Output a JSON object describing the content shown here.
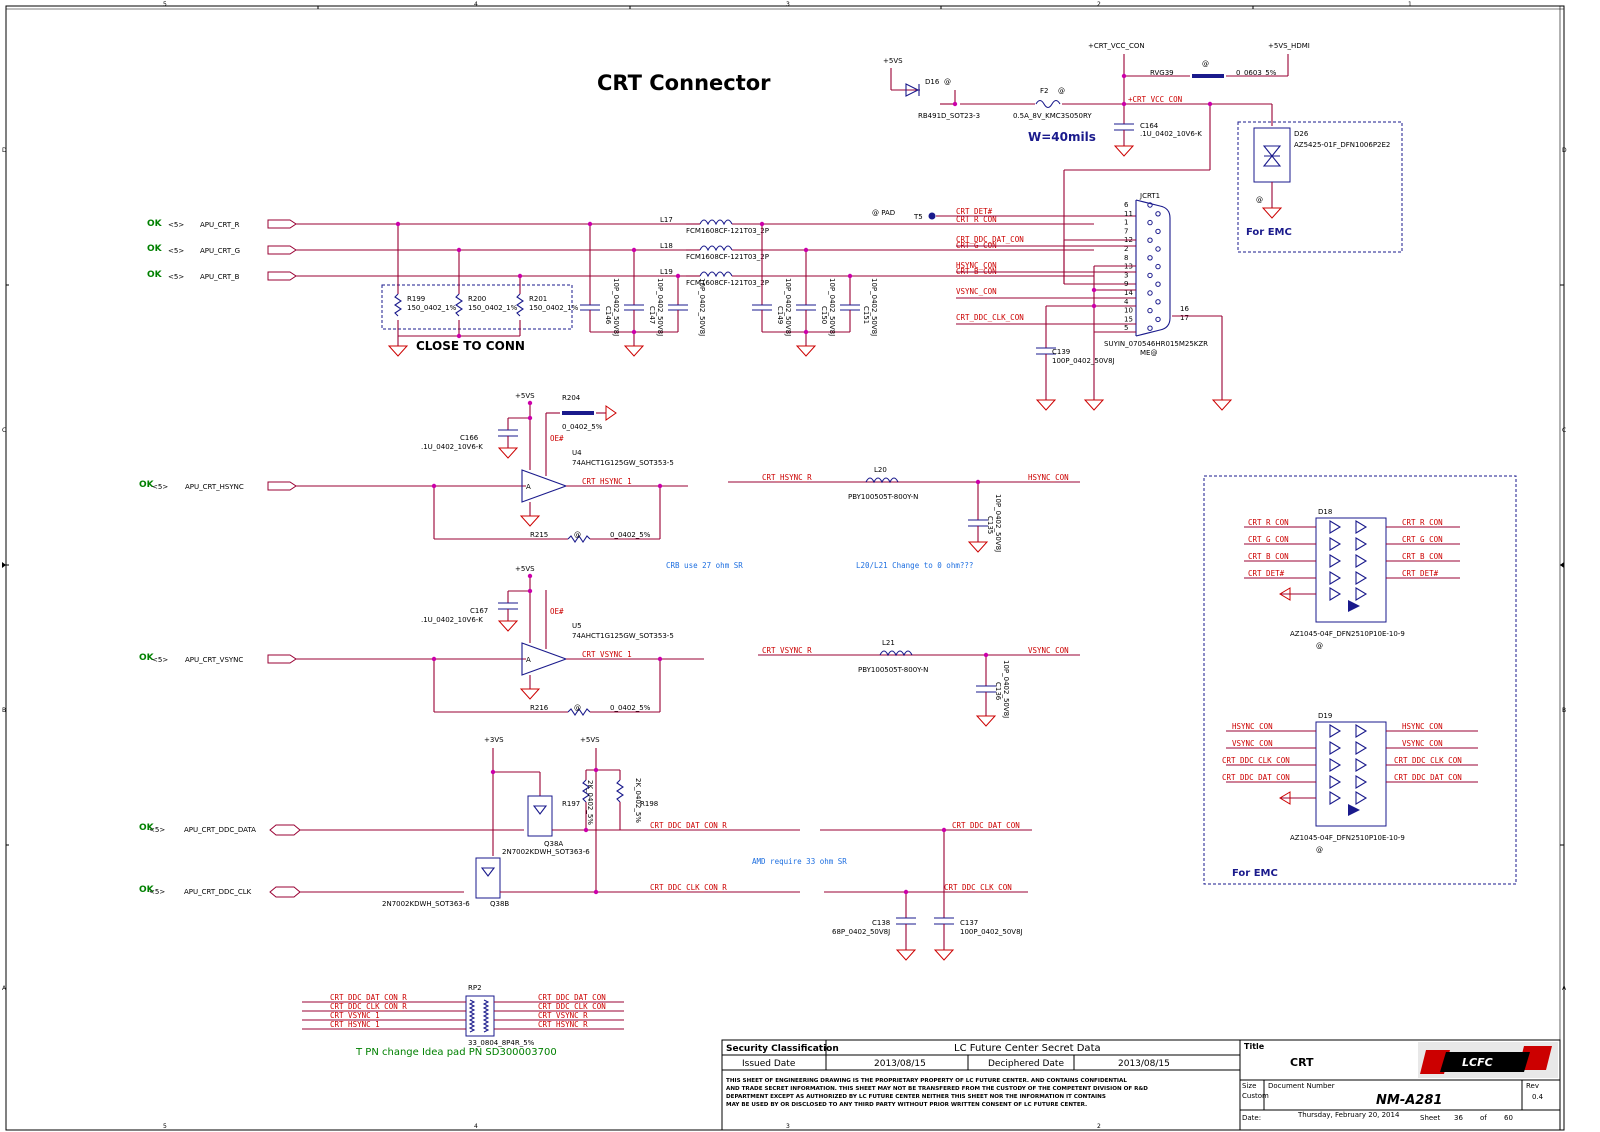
{
  "title": "CRT Connector",
  "emc_labels": [
    "For EMC",
    "For EMC"
  ],
  "close_to_conn": "CLOSE TO CONN",
  "width_note": "W=40mils",
  "notes": {
    "crb": "CRB use 27 ohm SR",
    "l20": "L20/L21 Change to 0 ohm???",
    "amd": "AMD require 33 ohm SR",
    "pn": "T PN change Idea pad PN SD300003700"
  },
  "power": {
    "p5vs": "+5VS",
    "p3vs": "+3VS",
    "crt_vcc": "+CRT_VCC_CON",
    "p5vs_hdmi": "+5VS_HDMI"
  },
  "inputs": [
    {
      "ok": "OK",
      "sheet": "<5>",
      "net": "APU_CRT_R"
    },
    {
      "ok": "OK",
      "sheet": "<5>",
      "net": "APU_CRT_G"
    },
    {
      "ok": "OK",
      "sheet": "<5>",
      "net": "APU_CRT_B"
    },
    {
      "ok": "OK",
      "sheet": "<5>",
      "net": "APU_CRT_HSYNC"
    },
    {
      "ok": "OK",
      "sheet": "<5>",
      "net": "APU_CRT_VSYNC"
    },
    {
      "ok": "OK",
      "sheet": "<5>",
      "net": "APU_CRT_DDC_DATA"
    },
    {
      "ok": "OK",
      "sheet": "<5>",
      "net": "APU_CRT_DDC_CLK"
    }
  ],
  "components": {
    "d16": {
      "ref": "D16",
      "at": "@",
      "value": "RB491D_SOT23-3"
    },
    "f2": {
      "ref": "F2",
      "at": "@",
      "value": "0.5A_8V_KMC3S050RY"
    },
    "c164": {
      "ref": "C164",
      "value": ".1U_0402_10V6-K"
    },
    "rvg39": {
      "ref": "RVG39",
      "value": "0_0603_5%"
    },
    "d26": {
      "ref": "D26",
      "value": "AZ5425-01F_DFN1006P2E2"
    },
    "ts": {
      "ref": "T5",
      "pad": "@ PAD"
    },
    "jcrt1": {
      "ref": "JCRT1",
      "value": "SUYIN_070546HR015M25KZR",
      "me": "ME@"
    },
    "c139": {
      "ref": "C139",
      "value": "100P_0402_50V8J"
    },
    "l17": {
      "ref": "L17",
      "value": "FCM1608CF-121T03_2P"
    },
    "l18": {
      "ref": "L18",
      "value": "FCM1608CF-121T03_2P"
    },
    "l19": {
      "ref": "L19",
      "value": "FCM1608CF-121T03_2P"
    },
    "r199": {
      "ref": "R199",
      "value": "150_0402_1%"
    },
    "r200": {
      "ref": "R200",
      "value": "150_0402_1%"
    },
    "r201": {
      "ref": "R201",
      "value": "150_0402_1%"
    },
    "cap10p": "10P_0402_50V8J",
    "c146": "C146",
    "c147": "C147",
    "c148": "C148",
    "c149": "C149",
    "c150": "C150",
    "c151": "C151",
    "r204": {
      "ref": "R204",
      "value": "0_0402_5%"
    },
    "c166": {
      "ref": "C166",
      "value": ".1U_0402_10V6-K"
    },
    "c167": {
      "ref": "C167",
      "value": ".1U_0402_10V6-K"
    },
    "u4": {
      "ref": "U4",
      "value": "74AHCT1G125GW_SOT353-5"
    },
    "u5": {
      "ref": "U5",
      "value": "74AHCT1G125GW_SOT353-5"
    },
    "oe": "OE#",
    "r215": {
      "ref": "R215",
      "value": "0_0402_5%"
    },
    "r216": {
      "ref": "R216",
      "value": "0_0402_5%"
    },
    "l20": {
      "ref": "L20",
      "value": "PBY100505T-800Y-N"
    },
    "l21": {
      "ref": "L21",
      "value": "PBY100505T-800Y-N"
    },
    "c135": "C135",
    "c136": "C136",
    "q38a": {
      "ref": "Q38A"
    },
    "q38b": {
      "ref": "Q38B"
    },
    "q_value": "2N7002KDWH_SOT363-6",
    "r197": {
      "ref": "R197",
      "value": "2K_0402_5%"
    },
    "r198": {
      "ref": "R198",
      "value": "2K_0402_5%"
    },
    "c138": {
      "ref": "C138",
      "value": "68P_0402_50V8J"
    },
    "c137": {
      "ref": "C137",
      "value": "100P_0402_50V8J"
    },
    "d18": {
      "ref": "D18",
      "value": "AZ1045-04F_DFN2510P10E-10-9"
    },
    "d19": {
      "ref": "D19",
      "value": "AZ1045-04F_DFN2510P10E-10-9"
    },
    "rp2": {
      "ref": "RP2",
      "value": "33_0804_8P4R_5%"
    },
    "at": "@"
  },
  "nets": {
    "crt_det": "CRT_DET#",
    "crt_r_con": "CRT_R_CON",
    "crt_g_con": "CRT_G_CON",
    "crt_b_con": "CRT_B_CON",
    "ddc_dat_con": "CRT_DDC_DAT_CON",
    "ddc_clk_con": "CRT_DDC_CLK_CON",
    "hsync_con": "HSYNC_CON",
    "vsync_con": "VSYNC_CON",
    "crt_hsync_1": "CRT_HSYNC_1",
    "crt_vsync_1": "CRT_VSYNC_1",
    "crt_hsync_r": "CRT_HSYNC_R",
    "crt_vsync_r": "CRT_VSYNC_R",
    "ddc_dat_con_r": "CRT_DDC_DAT_CON_R",
    "ddc_clk_con_r": "CRT_DDC_CLK_CON_R"
  },
  "connector_pins": [
    "6",
    "11",
    "1",
    "7",
    "12",
    "2",
    "8",
    "13",
    "3",
    "9",
    "14",
    "4",
    "10",
    "15",
    "5"
  ],
  "connector_g_pins": [
    "16",
    "17"
  ],
  "border": {
    "cols": [
      "5",
      "4",
      "3",
      "2",
      "1"
    ],
    "rows": [
      "D",
      "C",
      "B",
      "A"
    ]
  },
  "title_block": {
    "security_label": "Security Classification",
    "security_value": "LC Future Center Secret Data",
    "issued_label": "Issued Date",
    "issued_date": "2013/08/15",
    "deciphered_label": "Deciphered Date",
    "deciphered_date": "2013/08/15",
    "disclaimer_1": "THIS SHEET OF ENGINEERING DRAWING IS THE PROPRIETARY PROPERTY OF LC FUTURE CENTER. AND CONTAINS CONFIDENTIAL",
    "disclaimer_2": "AND TRADE SECRET INFORMATION. THIS SHEET MAY NOT BE TRANSFERED FROM THE CUSTODY OF THE COMPETENT DIVISION OF R&D",
    "disclaimer_3": "DEPARTMENT EXCEPT AS AUTHORIZED BY LC FUTURE CENTER NEITHER THIS SHEET NOR THE INFORMATION IT CONTAINS",
    "disclaimer_4": "MAY BE USED BY OR DISCLOSED TO ANY THIRD PARTY WITHOUT PRIOR WRITTEN CONSENT OF LC FUTURE CENTER.",
    "title_label": "Title",
    "title_value": "CRT",
    "logo_text": "LCFC",
    "size_label": "Size",
    "size_value": "Custom",
    "docnum_label": "Document Number",
    "docnum_value": "NM-A281",
    "rev_label": "Rev",
    "rev_value": "0.4",
    "date_label": "Date:",
    "date_value": "Thursday, February 20, 2014",
    "sheet_label": "Sheet",
    "sheet_num": "36",
    "of_label": "of",
    "sheet_total": "60"
  }
}
